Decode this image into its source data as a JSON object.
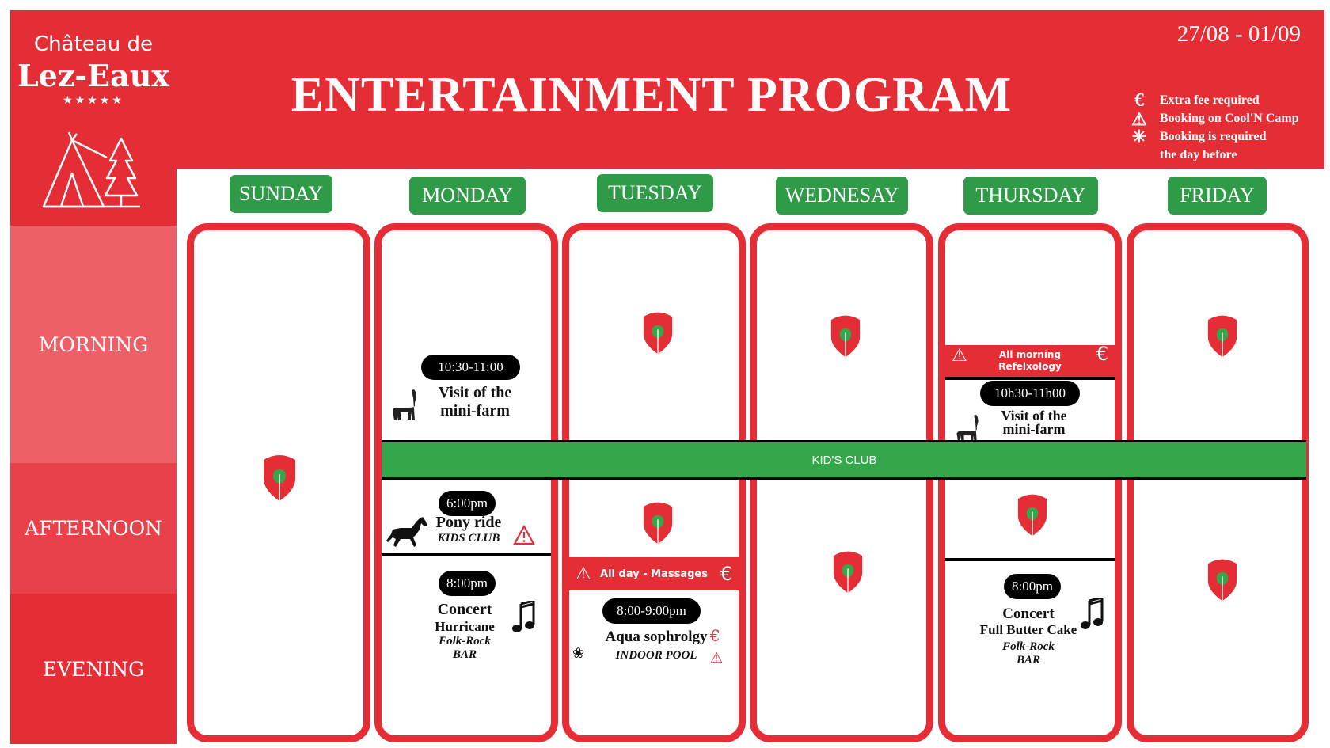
{
  "brand": {
    "name_top": "Château de",
    "name_main": "Lez-Eaux",
    "stars": "★★★★★"
  },
  "header": {
    "title": "ENTERTAINMENT PROGRAM",
    "dates": "27/08 - 01/09"
  },
  "legend": {
    "lines": [
      "Extra fee required",
      "Booking on Cool'N Camp",
      "Booking  is required",
      "the day before"
    ],
    "icons": [
      "euro-icon",
      "warning-icon",
      "asterisk-icon"
    ]
  },
  "periods": [
    "MORNING",
    "AFTERNOON",
    "EVENING"
  ],
  "days": [
    "SUNDAY",
    "MONDAY",
    "TUESDAY",
    "WEDNESAY",
    "THURSDAY",
    "FRIDAY"
  ],
  "kids_club": "KID'S CLUB",
  "monday": {
    "morning": {
      "time": "10:30-11:00",
      "title_1": "Visit of the",
      "title_2": "mini-farm"
    },
    "afternoon": {
      "time": "6:00pm",
      "title": "Pony ride",
      "sub": "KIDS CLUB"
    },
    "evening": {
      "time": "8:00pm",
      "title": "Concert",
      "artist": "Hurricane",
      "genre": "Folk-Rock",
      "place": "BAR"
    }
  },
  "tuesday": {
    "band": "All day - Massages",
    "evening": {
      "time": "8:00-9:00pm",
      "title": "Aqua sophrolgy",
      "place": "INDOOR POOL"
    }
  },
  "thursday": {
    "band_1": "All morning",
    "band_2": "Refelxology",
    "morning": {
      "time": "10h30-11h00",
      "title_1": "Visit of the",
      "title_2": "mini-farm"
    },
    "evening": {
      "time": "8:00pm",
      "title": "Concert",
      "artist": "Full Butter Cake",
      "genre": "Folk-Rock",
      "place": "BAR"
    }
  },
  "colors": {
    "brand_red": "#e52d36",
    "green": "#35a74b",
    "day_green": "#2f9a47"
  }
}
